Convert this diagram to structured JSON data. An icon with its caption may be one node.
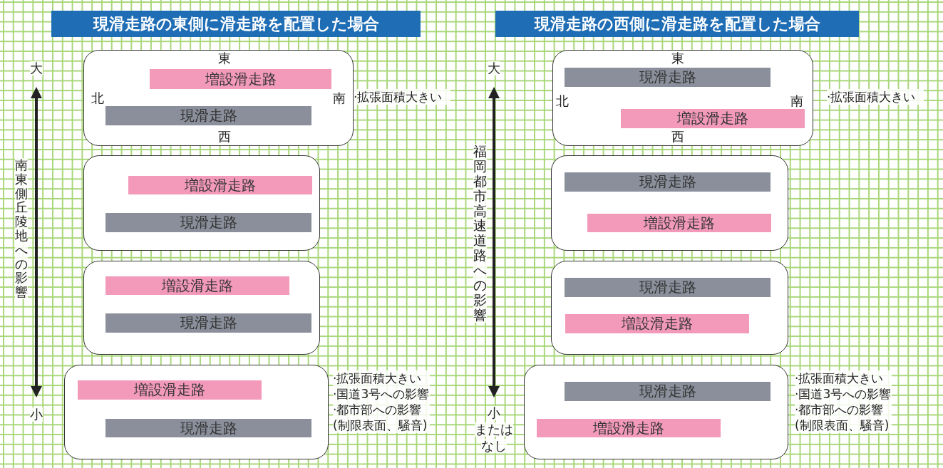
{
  "diagram": {
    "nodes": [
      {
        "text": [
          "現滑走路の東側に滑走路を配置した場合"
        ]
      },
      {
        "text": [
          "現滑走路の西側に滑走路を配置した場合"
        ]
      },
      {
        "text": [
          "東",
          "北",
          "南",
          "西"
        ],
        "beside": [
          "·拡張面積大きい"
        ]
      },
      {
        "text": [
          "増設滑走路"
        ],
        "in": 2
      },
      {
        "text": [
          "現滑走路"
        ],
        "in": 2
      },
      {
        "text": [],
        "shape": "box"
      },
      {
        "text": [
          "増設滑走路"
        ],
        "in": 5
      },
      {
        "text": [
          "現滑走路"
        ],
        "in": 5
      },
      {
        "text": [],
        "shape": "box"
      },
      {
        "text": [
          "増設滑走路"
        ],
        "in": 8
      },
      {
        "text": [
          "現滑走路"
        ],
        "in": 8
      },
      {
        "text": [],
        "shape": "box",
        "beside": [
          "·拡張面積大きい",
          "·国道3号への影響",
          "·都市部への影響(制限表面、騒音)"
        ]
      },
      {
        "text": [
          "増設滑走路"
        ],
        "in": 11
      },
      {
        "text": [
          "現滑走路"
        ],
        "in": 11
      },
      {
        "text": [
          "東",
          "北",
          "南",
          "西"
        ],
        "beside": [
          "·拡張面積大きい"
        ]
      },
      {
        "text": [
          "現滑走路"
        ],
        "in": 14
      },
      {
        "text": [
          "増設滑走路"
        ],
        "in": 14
      },
      {
        "text": [],
        "shape": "box"
      },
      {
        "text": [
          "現滑走路"
        ],
        "in": 17
      },
      {
        "text": [
          "増設滑走路"
        ],
        "in": 17
      },
      {
        "text": [],
        "shape": "box"
      },
      {
        "text": [
          "現滑走路"
        ],
        "in": 20
      },
      {
        "text": [
          "増設滑走路"
        ],
        "in": 20
      },
      {
        "text": [],
        "shape": "box",
        "beside": [
          "·拡張面積大きい",
          "·国道3号への影響",
          "·都市部への影響(制限表面、騒音)"
        ]
      },
      {
        "text": [
          "現滑走路"
        ],
        "in": 23
      },
      {
        "text": [
          "増設滑走路"
        ],
        "in": 23
      }
    ],
    "labels": [
      "大",
      "南東側丘陵地への影響",
      "小",
      "大",
      "福岡都市高速道路への影響",
      "小",
      "または",
      "なし"
    ]
  }
}
